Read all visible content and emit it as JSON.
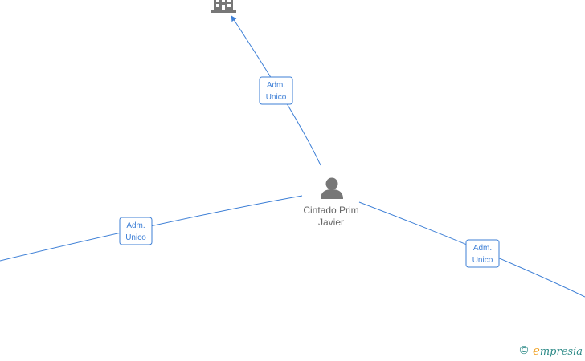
{
  "person": {
    "name_line1": "Cintado Prim",
    "name_line2": "Javier",
    "icon": "person-icon"
  },
  "company_top": {
    "icon": "building-icon"
  },
  "edges": [
    {
      "id": "top",
      "line1": "Adm.",
      "line2": "Unico"
    },
    {
      "id": "left",
      "line1": "Adm.",
      "line2": "Unico"
    },
    {
      "id": "right",
      "line1": "Adm.",
      "line2": "Unico"
    }
  ],
  "watermark": {
    "copyright": "©",
    "brand_initial": "e",
    "brand_rest": "mpresia"
  },
  "colors": {
    "edge": "#3d7fd6",
    "node_icon": "#777777",
    "node_text": "#666666",
    "brand": "#2e8b88",
    "brand_accent": "#f0a020"
  }
}
